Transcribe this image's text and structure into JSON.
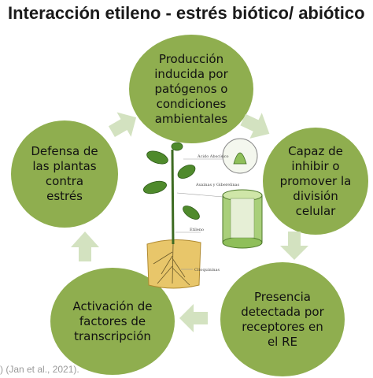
{
  "title": "Interacción etileno - estrés biótico/ abiótico",
  "nodes": {
    "top": "Producción inducida por patógenos o condiciones ambientales",
    "right": "Capaz de inhibir o promover la división celular",
    "bottom_right": "Presencia detectada por receptores en el RE",
    "bottom_left": "Activación de factores de transcripción",
    "left": "Defensa de las plantas contra estrés"
  },
  "illustration_labels": {
    "abscisic": "Ácido Abscísico",
    "auxins": "Auxinas y Giberelinas",
    "ethylene": "Etileno",
    "cytokinins": "Citoquininas"
  },
  "citation": ") (Jan et al., 2021)."
}
